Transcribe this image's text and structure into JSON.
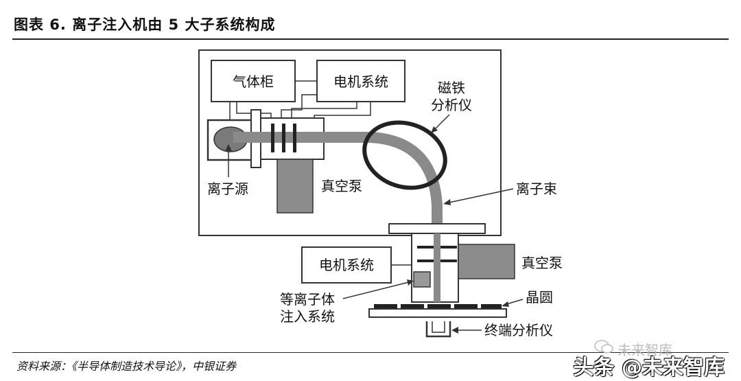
{
  "figure": {
    "title": "图表 6. 离子注入机由 5 大子系统构成",
    "source": "资料来源：《半导体制造技术导论》，中银证券"
  },
  "labels": {
    "gas_cabinet": "气体柜",
    "motor_system_top": "电机系统",
    "magnet_analyzer_line1": "磁铁",
    "magnet_analyzer_line2": "分析仪",
    "ion_source": "离子源",
    "vacuum_pump_top": "真空泵",
    "ion_beam": "离子束",
    "motor_system_bottom": "电机系统",
    "vacuum_pump_bottom": "真空泵",
    "plasma_line1": "等离子体",
    "plasma_line2": "注入系统",
    "wafer": "晶圆",
    "end_analyzer": "终端分析仪"
  },
  "watermark": {
    "sub": "未来智库",
    "main": "头条 @未来智库"
  }
}
